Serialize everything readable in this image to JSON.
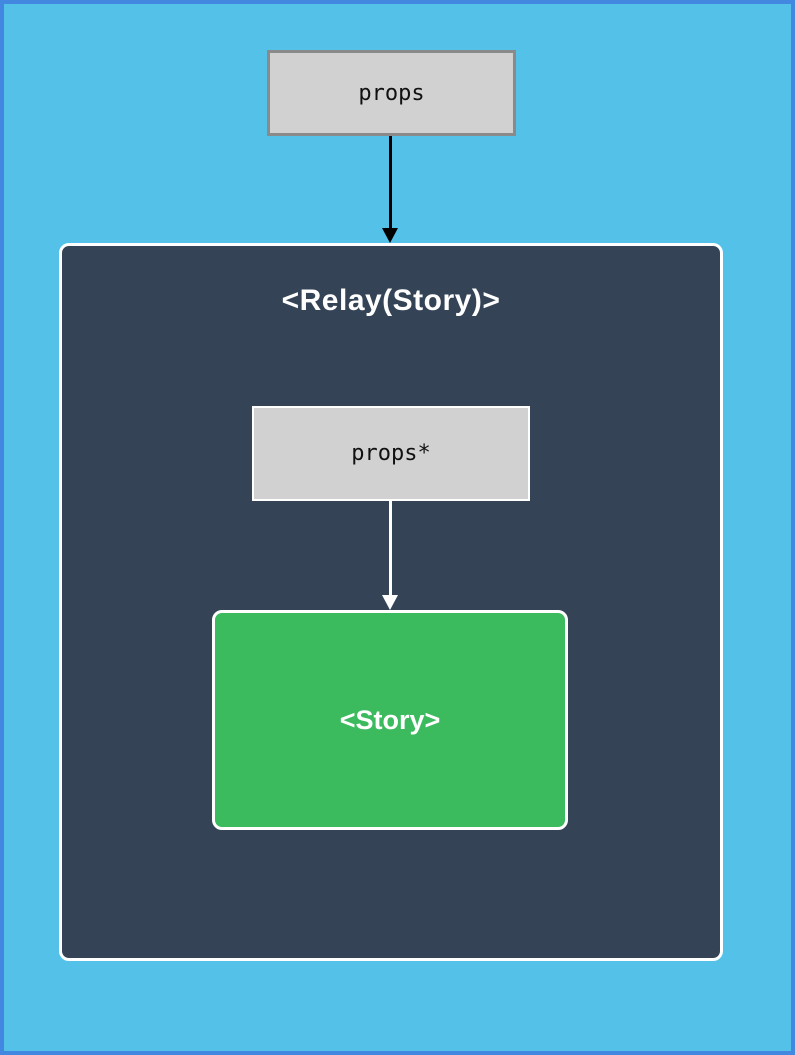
{
  "diagram": {
    "outer_props_node": {
      "label": "props"
    },
    "relay_container": {
      "title": "<Relay(Story)>"
    },
    "inner_props_node": {
      "label": "props*"
    },
    "story_node": {
      "label": "<Story>"
    }
  },
  "colors": {
    "page-bg": "#54c1e8",
    "frame-border": "#4287e0",
    "container-bg": "#344456",
    "story-bg": "#3cba5e",
    "node-bg": "#d1d1d1",
    "node-border": "#8a8a8a",
    "arrow-dark": "#000000",
    "arrow-light": "#ffffff",
    "text-dark": "#111111",
    "text-light": "#ffffff"
  }
}
